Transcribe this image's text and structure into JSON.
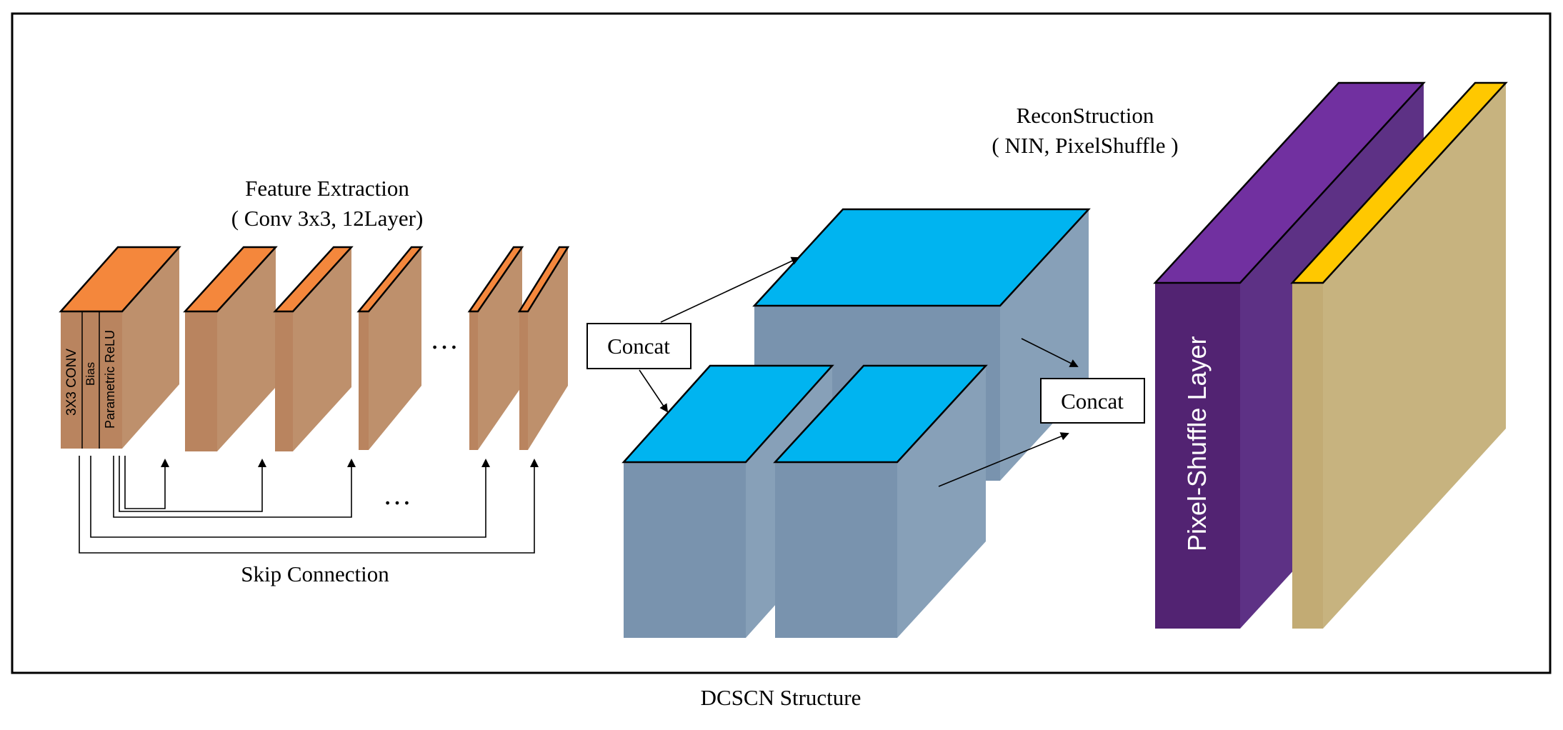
{
  "diagram": {
    "caption": "DCSCN Structure",
    "feature_extraction": {
      "title_line1": "Feature Extraction",
      "title_line2": "( Conv 3x3, 12Layer)",
      "layer_labels": [
        "3X3 CONV",
        "Bias",
        "Parametric ReLU"
      ],
      "ellipsis_top": "…",
      "ellipsis_bottom": "…",
      "skip_label": "Skip Connection"
    },
    "reconstruction": {
      "title_line1": "ReconStruction",
      "title_line2": "( NIN, PixelShuffle )",
      "concat_left": "Concat",
      "concat_right": "Concat"
    },
    "pixel_shuffle": {
      "label": "Pixel-Shuffle Layer"
    }
  },
  "colors": {
    "orange_top": "#F4873C",
    "brown_face": "#BB8E6A",
    "brown_side": "#B9845F",
    "blue_top": "#00B4F0",
    "steel_front": "#7993AE",
    "steel_side": "#87A0B8",
    "purple_front": "#522372",
    "purple_top": "#7130A0",
    "purple_side": "#5D3185",
    "yellow_top": "#FFC800",
    "tan_front": "#C2AB74",
    "tan_side": "#C7B37F"
  }
}
